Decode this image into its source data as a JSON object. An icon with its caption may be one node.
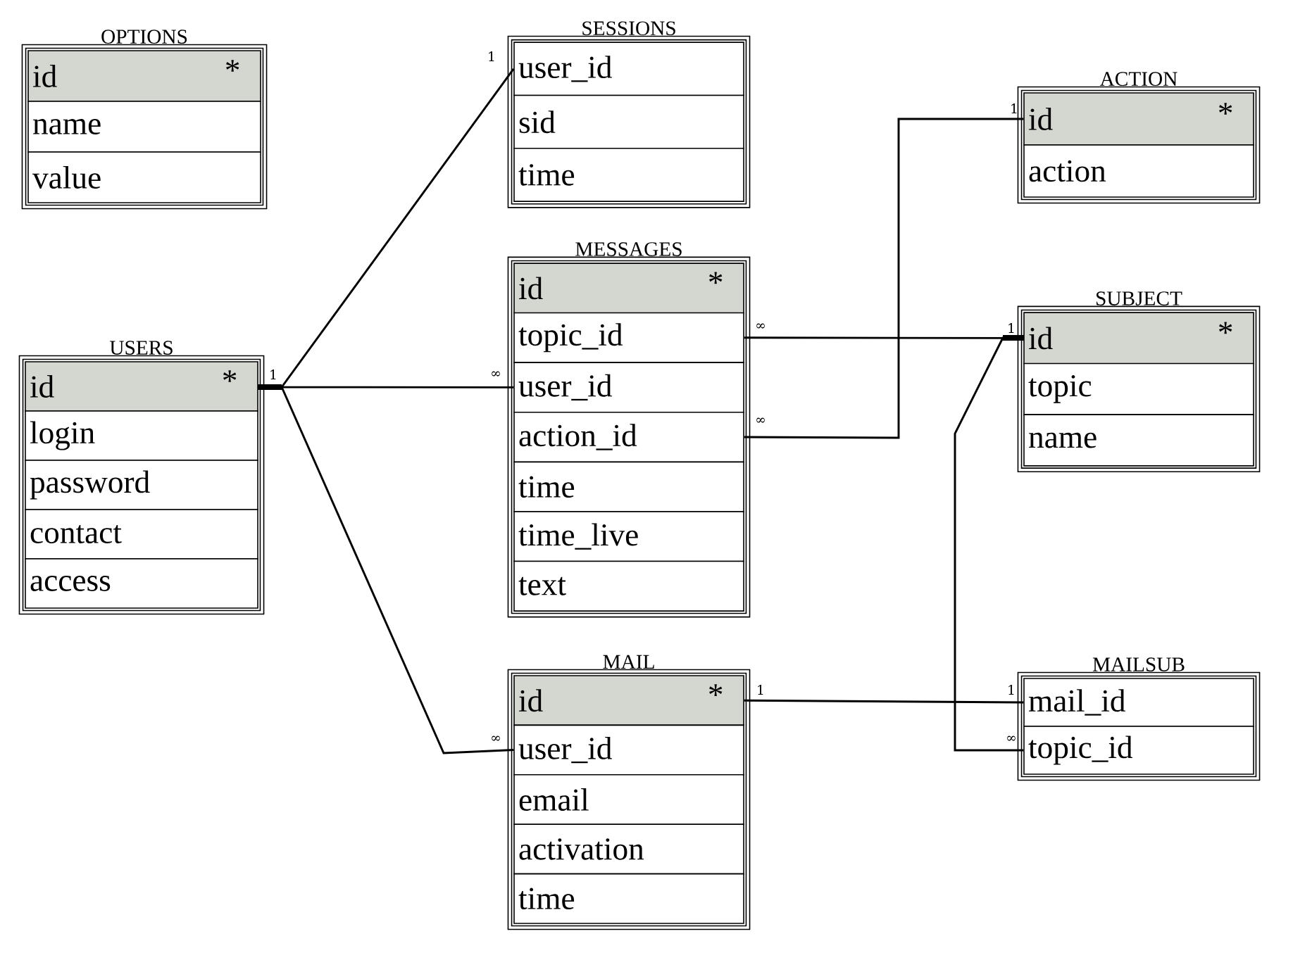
{
  "diagram": {
    "nodes": [
      {
        "text": [
          "OPTIONS"
        ]
      },
      {
        "text": [
          "id",
          "*"
        ],
        "in": 0
      },
      {
        "text": [
          "name"
        ],
        "in": 0
      },
      {
        "text": [
          "value"
        ],
        "in": 0
      },
      {
        "text": [
          "SESSIONS"
        ]
      },
      {
        "text": [
          "user_id"
        ],
        "in": 4
      },
      {
        "text": [
          "sid"
        ],
        "in": 4
      },
      {
        "text": [
          "time"
        ],
        "in": 4
      },
      {
        "text": [
          "ACTION"
        ]
      },
      {
        "text": [
          "id",
          "*"
        ],
        "in": 8
      },
      {
        "text": [
          "action"
        ],
        "in": 8
      },
      {
        "text": [
          "MESSAGES"
        ]
      },
      {
        "text": [
          "id",
          "*"
        ],
        "in": 11
      },
      {
        "text": [
          "topic_id"
        ],
        "in": 11
      },
      {
        "text": [
          "user_id"
        ],
        "in": 11
      },
      {
        "text": [
          "action_id"
        ],
        "in": 11
      },
      {
        "text": [
          "time"
        ],
        "in": 11
      },
      {
        "text": [
          "time_live"
        ],
        "in": 11
      },
      {
        "text": [
          "text"
        ],
        "in": 11
      },
      {
        "text": [
          "SUBJECT"
        ]
      },
      {
        "text": [
          "id",
          "*"
        ],
        "in": 19
      },
      {
        "text": [
          "topic"
        ],
        "in": 19
      },
      {
        "text": [
          "name"
        ],
        "in": 19
      },
      {
        "text": [
          "USERS"
        ]
      },
      {
        "text": [
          "id",
          "*"
        ],
        "in": 23
      },
      {
        "text": [
          "login"
        ],
        "in": 23
      },
      {
        "text": [
          "password"
        ],
        "in": 23
      },
      {
        "text": [
          "contact"
        ],
        "in": 23
      },
      {
        "text": [
          "access"
        ],
        "in": 23
      },
      {
        "text": [
          "MAIL"
        ]
      },
      {
        "text": [
          "id",
          "*"
        ],
        "in": 29
      },
      {
        "text": [
          "user_id"
        ],
        "in": 29
      },
      {
        "text": [
          "email"
        ],
        "in": 29
      },
      {
        "text": [
          "activation"
        ],
        "in": 29
      },
      {
        "text": [
          "time"
        ],
        "in": 29
      },
      {
        "text": [
          "MAILSUB"
        ]
      },
      {
        "text": [
          "mail_id"
        ],
        "in": 35
      },
      {
        "text": [
          "topic_id"
        ],
        "in": 35
      }
    ],
    "edges": [
      {
        "from": 24,
        "to": 5,
        "arrow": "none"
      },
      {
        "from": 24,
        "to": 14,
        "arrow": "none"
      },
      {
        "from": 24,
        "to": 31,
        "arrow": "none"
      },
      {
        "from": 13,
        "to": 20,
        "arrow": "none"
      },
      {
        "from": 15,
        "to": 9,
        "arrow": "none"
      },
      {
        "from": 30,
        "to": 36,
        "arrow": "none"
      },
      {
        "from": 37,
        "to": 20,
        "arrow": "none"
      }
    ],
    "labels": [
      "1",
      "1",
      "∞",
      "1",
      "1",
      "∞",
      "∞",
      "1",
      "1",
      "∞",
      "∞"
    ]
  }
}
